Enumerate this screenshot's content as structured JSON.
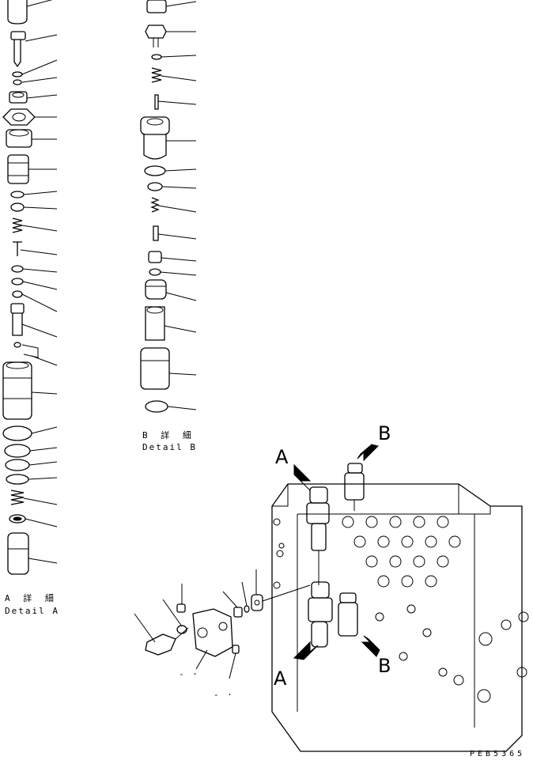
{
  "detail_a": {
    "jp": "A 詳 細",
    "en": "Detail A"
  },
  "detail_b": {
    "jp": "B 詳 細",
    "en": "Detail B"
  },
  "view_labels": {
    "a_top": "A",
    "a_bottom": "A",
    "b_top": "B",
    "b_bottom": "B"
  },
  "drawing_number": "PEB5365",
  "lower_ref_dashes": {
    "left": "- ·",
    "right": "- ·"
  }
}
